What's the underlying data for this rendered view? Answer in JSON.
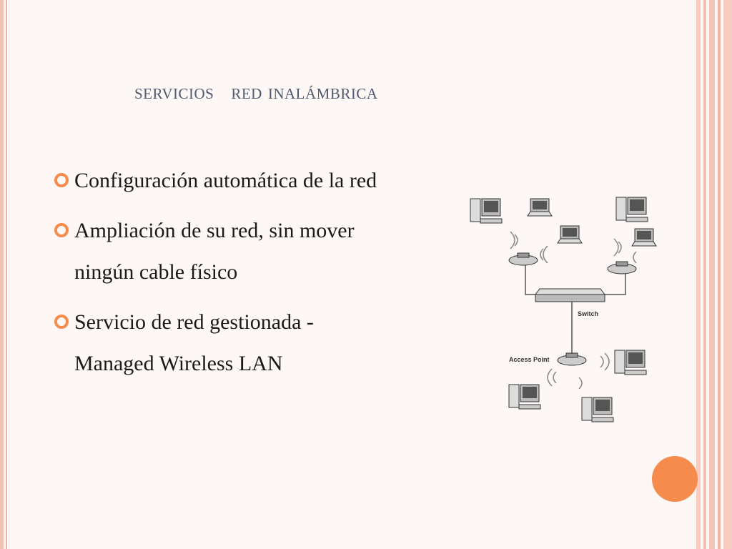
{
  "slide": {
    "title": "SERVICIOS   RED INALÁMBRICA",
    "bullets": [
      {
        "lines": [
          "Configuración automática de la red"
        ]
      },
      {
        "lines": [
          "Ampliación de su red, sin mover",
          "ningún cable físico"
        ]
      },
      {
        "lines": [
          "Servicio de red gestionada -",
          "Managed Wireless LAN"
        ]
      }
    ],
    "diagram": {
      "switch_label": "Switch",
      "access_point_label": "Access Point"
    }
  },
  "colors": {
    "accent": "#f58b4c",
    "title": "#4f5a6e",
    "border": "#f2c3b4"
  }
}
